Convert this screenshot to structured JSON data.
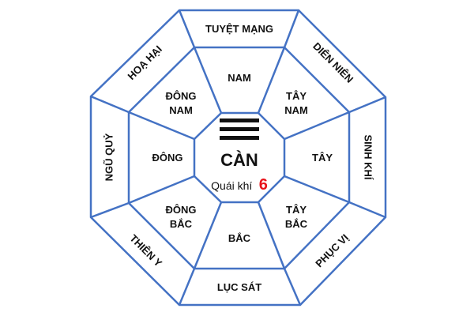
{
  "colors": {
    "line": "#4472c4",
    "text": "#111111",
    "accent": "#e8141b",
    "background": "#ffffff"
  },
  "center": {
    "trigram_icon": "qian-trigram-icon",
    "trigram_name": "CÀN",
    "qua_label": "Quái khí",
    "qua_number": "6"
  },
  "directions": {
    "south": "NAM",
    "southwest_line1": "TÂY",
    "southwest_line2": "NAM",
    "west": "TÂY",
    "northwest_line1": "TÂY",
    "northwest_line2": "BẮC",
    "north": "BẮC",
    "northeast_line1": "ĐÔNG",
    "northeast_line2": "BẮC",
    "east": "ĐÔNG",
    "southeast_line1": "ĐÔNG",
    "southeast_line2": "NAM"
  },
  "stars": {
    "top": "TUYỆT MẠNG",
    "top_right": "DIÊN NIÊN",
    "right": "SINH KHÍ",
    "bottom_right": "PHỤC VỊ",
    "bottom": "LỤC SÁT",
    "bottom_left": "THIÊN Y",
    "left": "NGŨ QUỶ",
    "top_left": "HOẠ HẠI"
  }
}
